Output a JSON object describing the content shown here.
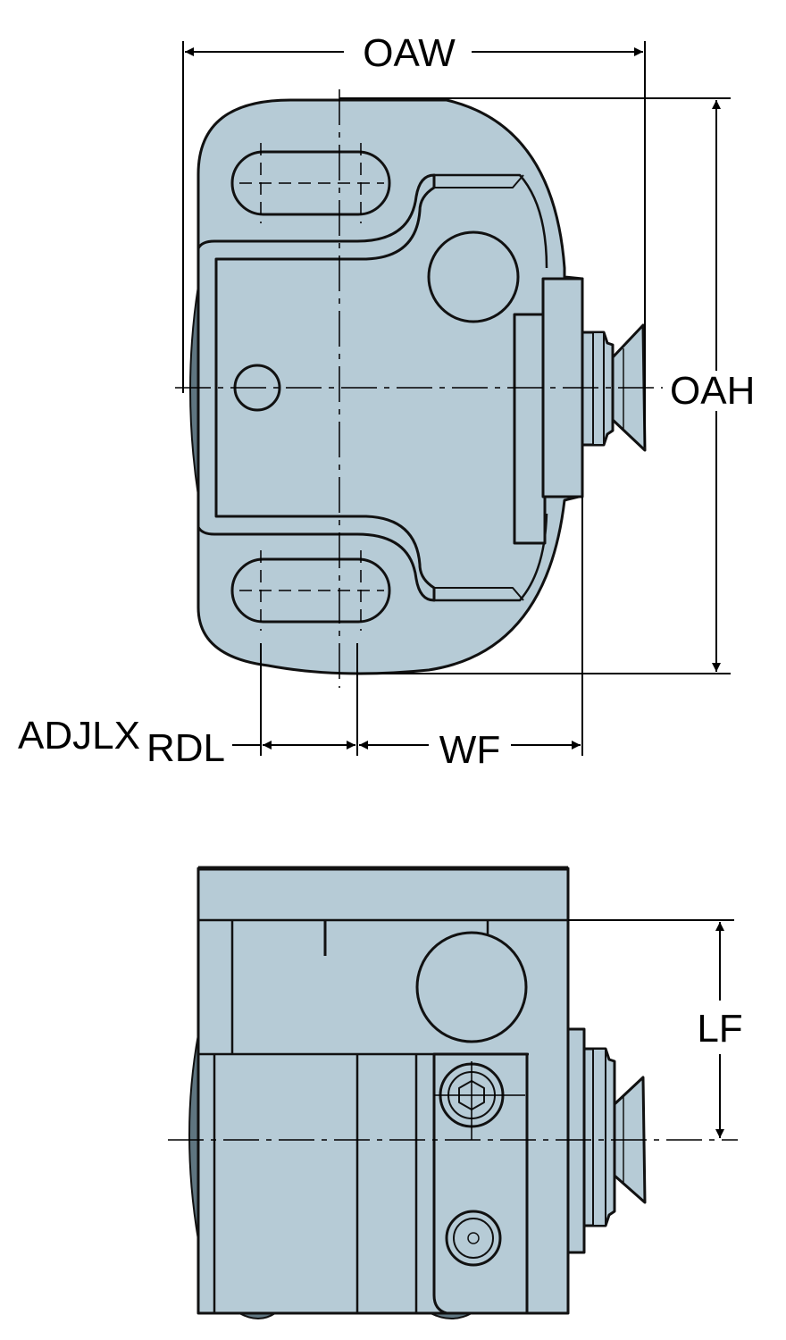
{
  "colors": {
    "body_fill": "#b6cbd6",
    "outline": "#111111",
    "line": "#000000"
  },
  "labels": {
    "oaw": "OAW",
    "oah": "OAH",
    "adjlx": "ADJLX",
    "rdl": "RDL",
    "wf": "WF",
    "lf": "LF"
  }
}
